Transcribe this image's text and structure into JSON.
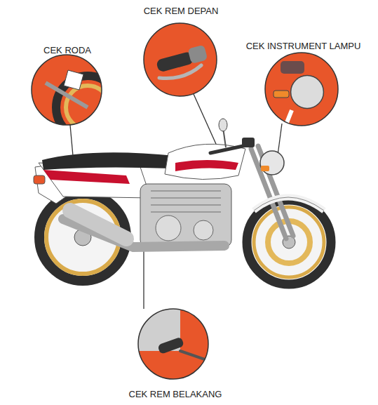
{
  "diagram": {
    "nodes": [
      {
        "text": [
          "CEK RODA"
        ]
      },
      {
        "text": [
          "CEK REM DEPAN"
        ]
      },
      {
        "text": [
          "CEK INSTRUMENT LAMPU"
        ]
      },
      {
        "text": [
          "CEK REM BELAKANG"
        ]
      }
    ],
    "edges": []
  }
}
